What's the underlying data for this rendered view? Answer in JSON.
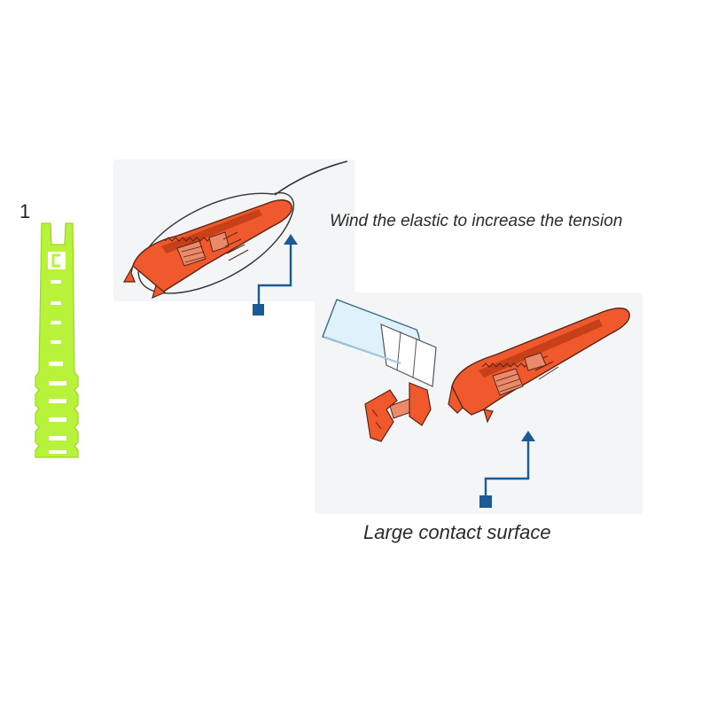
{
  "step": {
    "number": "1"
  },
  "captions": {
    "wind": "Wind the elastic to increase the tension",
    "contact": "Large contact surface"
  },
  "colors": {
    "connector_body": "#b8f23a",
    "connector_outline": "#9ad81f",
    "tool_orange": "#f0592c",
    "tool_orange_dark": "#c7401a",
    "tool_outline": "#5a2416",
    "pointer_blue": "#1a5a96",
    "blade_blue": "#dff2fb",
    "shadow_gray": "#eceeef"
  },
  "icons": {
    "connector": "green-pole-connector-icon",
    "tool_wound": "orange-tool-with-elastic-icon",
    "tool_trimmed": "orange-tool-trimmed-icon",
    "blade": "cutting-blade-icon",
    "cut_piece": "cut-off-piece-icon",
    "pointer_upper": "blue-pointer-arrow-icon",
    "pointer_lower": "blue-pointer-arrow-icon"
  }
}
